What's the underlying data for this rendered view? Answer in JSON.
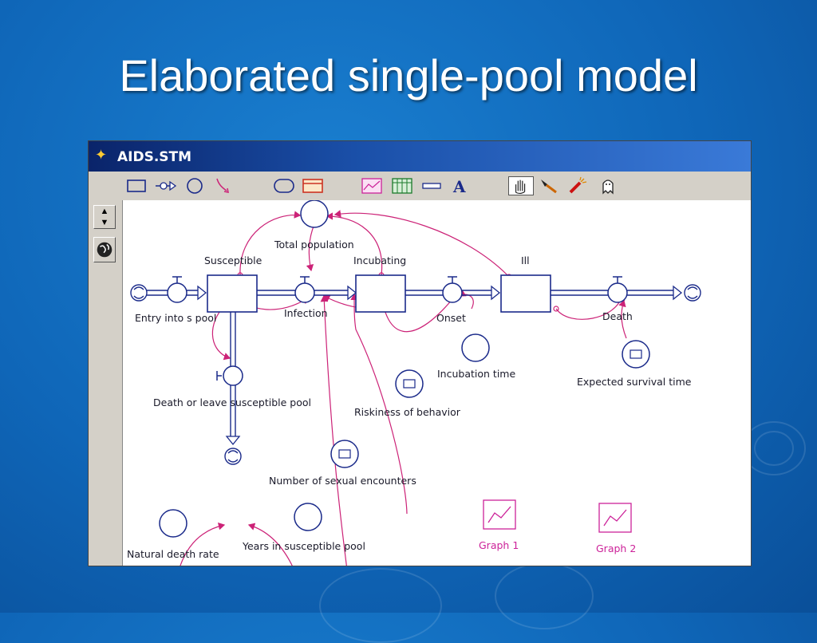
{
  "slide": {
    "title": "Elaborated single-pool model"
  },
  "window": {
    "title": "AIDS.STM"
  },
  "toolbar": {
    "tools": [
      "stock",
      "flow",
      "converter",
      "connector",
      "decision-process",
      "sector",
      "graph",
      "table",
      "numeric-display",
      "text",
      "hand",
      "paintbrush",
      "dynamite",
      "ghost"
    ]
  },
  "diagram": {
    "stocks": {
      "susceptible": "Susceptible",
      "incubating": "Incubating",
      "ill": "Ill"
    },
    "flows": {
      "entry": "Entry into s pool",
      "infection": "Infection",
      "onset": "Onset",
      "death": "Death",
      "leave": "Death or leave susceptible pool"
    },
    "converters": {
      "total_population": "Total population",
      "incubation_time": "Incubation time",
      "expected_survival_time": "Expected survival time",
      "riskiness": "Riskiness of behavior",
      "sexual_encounters": "Number of sexual encounters",
      "natural_death_rate": "Natural death rate",
      "years_in_pool": "Years in susceptible pool"
    },
    "graphs": {
      "graph1": "Graph 1",
      "graph2": "Graph 2"
    }
  },
  "colors": {
    "connector": "#cc2277",
    "title_bar": "#0a246a",
    "slide_bg": "#1170c4",
    "graph_label": "#cc2299"
  }
}
